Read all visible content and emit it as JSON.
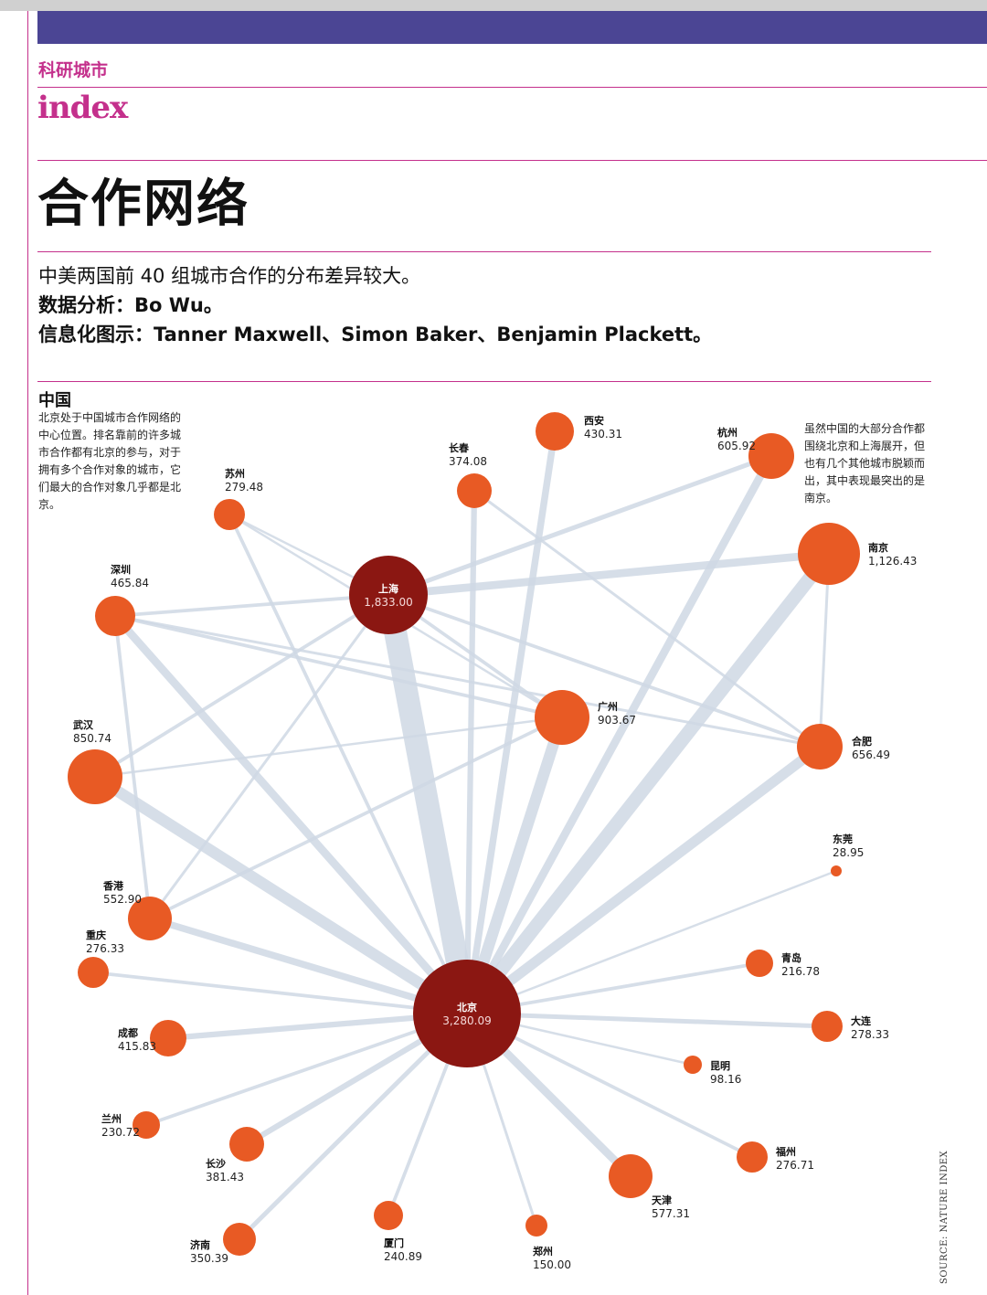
{
  "header": {
    "section": "科研城市",
    "index_word": "index",
    "title": "合作网络",
    "subtitle": "中美两国前 40 组城市合作的分布差异较大。",
    "credit_data": "数据分析：Bo Wu。",
    "credit_graphics": "信息化图示：Tanner Maxwell、Simon Baker、Benjamin Plackett。"
  },
  "panel": {
    "label": "中国",
    "note_left": "北京处于中国城市合作网络的中心位置。排名靠前的许多城市合作都有北京的参与，对于拥有多个合作对象的城市，它们最大的合作对象几乎都是北京。",
    "note_right": "虽然中国的大部分合作都围绕北京和上海展开，但也有几个其他城市脱颖而出，其中表现最突出的是南京。",
    "source": "SOURCE: NATURE INDEX"
  },
  "colors": {
    "hub": "#8b1712",
    "node": "#e85a24",
    "link": "#cfd8e4",
    "accent": "#c4308c",
    "band": "#4b4594"
  },
  "network": {
    "nodes": [
      {
        "id": "beijing",
        "name": "北京",
        "value": "3,280.09",
        "hub": true
      },
      {
        "id": "shanghai",
        "name": "上海",
        "value": "1,833.00",
        "hub": true
      },
      {
        "id": "nanjing",
        "name": "南京",
        "value": "1,126.43"
      },
      {
        "id": "guangzhou",
        "name": "广州",
        "value": "903.67"
      },
      {
        "id": "wuhan",
        "name": "武汉",
        "value": "850.74"
      },
      {
        "id": "hefei",
        "name": "合肥",
        "value": "656.49"
      },
      {
        "id": "hangzhou",
        "name": "杭州",
        "value": "605.92"
      },
      {
        "id": "tianjin",
        "name": "天津",
        "value": "577.31"
      },
      {
        "id": "hongkong",
        "name": "香港",
        "value": "552.90"
      },
      {
        "id": "shenzhen",
        "name": "深圳",
        "value": "465.84"
      },
      {
        "id": "xian",
        "name": "西安",
        "value": "430.31"
      },
      {
        "id": "chengdu",
        "name": "成都",
        "value": "415.83"
      },
      {
        "id": "changsha",
        "name": "长沙",
        "value": "381.43"
      },
      {
        "id": "changchun",
        "name": "长春",
        "value": "374.08"
      },
      {
        "id": "jinan",
        "name": "济南",
        "value": "350.39"
      },
      {
        "id": "suzhou",
        "name": "苏州",
        "value": "279.48"
      },
      {
        "id": "dalian",
        "name": "大连",
        "value": "278.33"
      },
      {
        "id": "fuzhou",
        "name": "福州",
        "value": "276.71"
      },
      {
        "id": "chongqing",
        "name": "重庆",
        "value": "276.33"
      },
      {
        "id": "xiamen",
        "name": "厦门",
        "value": "240.89"
      },
      {
        "id": "lanzhou",
        "name": "兰州",
        "value": "230.72"
      },
      {
        "id": "qingdao",
        "name": "青岛",
        "value": "216.78"
      },
      {
        "id": "zhengzhou",
        "name": "郑州",
        "value": "150.00"
      },
      {
        "id": "kunming",
        "name": "昆明",
        "value": "98.16"
      },
      {
        "id": "dongguan",
        "name": "东莞",
        "value": "28.95"
      }
    ],
    "links": [
      {
        "from": "beijing",
        "to": "shanghai",
        "weight": 10
      },
      {
        "from": "beijing",
        "to": "nanjing",
        "weight": 6
      },
      {
        "from": "beijing",
        "to": "guangzhou",
        "weight": 5
      },
      {
        "from": "beijing",
        "to": "wuhan",
        "weight": 5
      },
      {
        "from": "beijing",
        "to": "hefei",
        "weight": 4.5
      },
      {
        "from": "beijing",
        "to": "hangzhou",
        "weight": 3.5
      },
      {
        "from": "beijing",
        "to": "tianjin",
        "weight": 3.5
      },
      {
        "from": "beijing",
        "to": "hongkong",
        "weight": 3
      },
      {
        "from": "beijing",
        "to": "shenzhen",
        "weight": 3.5
      },
      {
        "from": "beijing",
        "to": "xian",
        "weight": 3
      },
      {
        "from": "beijing",
        "to": "chengdu",
        "weight": 2.5
      },
      {
        "from": "beijing",
        "to": "changsha",
        "weight": 2.5
      },
      {
        "from": "beijing",
        "to": "changchun",
        "weight": 2.5
      },
      {
        "from": "beijing",
        "to": "jinan",
        "weight": 2
      },
      {
        "from": "beijing",
        "to": "suzhou",
        "weight": 1.5
      },
      {
        "from": "beijing",
        "to": "dalian",
        "weight": 2
      },
      {
        "from": "beijing",
        "to": "fuzhou",
        "weight": 1.5
      },
      {
        "from": "beijing",
        "to": "chongqing",
        "weight": 1.5
      },
      {
        "from": "beijing",
        "to": "xiamen",
        "weight": 1.5
      },
      {
        "from": "beijing",
        "to": "lanzhou",
        "weight": 1.5
      },
      {
        "from": "beijing",
        "to": "qingdao",
        "weight": 1.5
      },
      {
        "from": "beijing",
        "to": "zhengzhou",
        "weight": 1.2
      },
      {
        "from": "beijing",
        "to": "kunming",
        "weight": 1
      },
      {
        "from": "beijing",
        "to": "dongguan",
        "weight": 1
      },
      {
        "from": "shanghai",
        "to": "nanjing",
        "weight": 3.5
      },
      {
        "from": "shanghai",
        "to": "hangzhou",
        "weight": 2
      },
      {
        "from": "shanghai",
        "to": "hefei",
        "weight": 1.5
      },
      {
        "from": "shanghai",
        "to": "guangzhou",
        "weight": 1.5
      },
      {
        "from": "shanghai",
        "to": "shenzhen",
        "weight": 1.5
      },
      {
        "from": "shanghai",
        "to": "wuhan",
        "weight": 1.5
      },
      {
        "from": "shanghai",
        "to": "hongkong",
        "weight": 1.2
      },
      {
        "from": "shanghai",
        "to": "suzhou",
        "weight": 1
      },
      {
        "from": "shenzhen",
        "to": "guangzhou",
        "weight": 1.5
      },
      {
        "from": "shenzhen",
        "to": "hongkong",
        "weight": 1.5
      },
      {
        "from": "shenzhen",
        "to": "hefei",
        "weight": 1.2
      },
      {
        "from": "guangzhou",
        "to": "wuhan",
        "weight": 1
      },
      {
        "from": "guangzhou",
        "to": "hongkong",
        "weight": 1.5
      },
      {
        "from": "nanjing",
        "to": "hefei",
        "weight": 1.2
      },
      {
        "from": "changchun",
        "to": "hefei",
        "weight": 1.2
      },
      {
        "from": "suzhou",
        "to": "guangzhou",
        "weight": 1
      }
    ]
  }
}
